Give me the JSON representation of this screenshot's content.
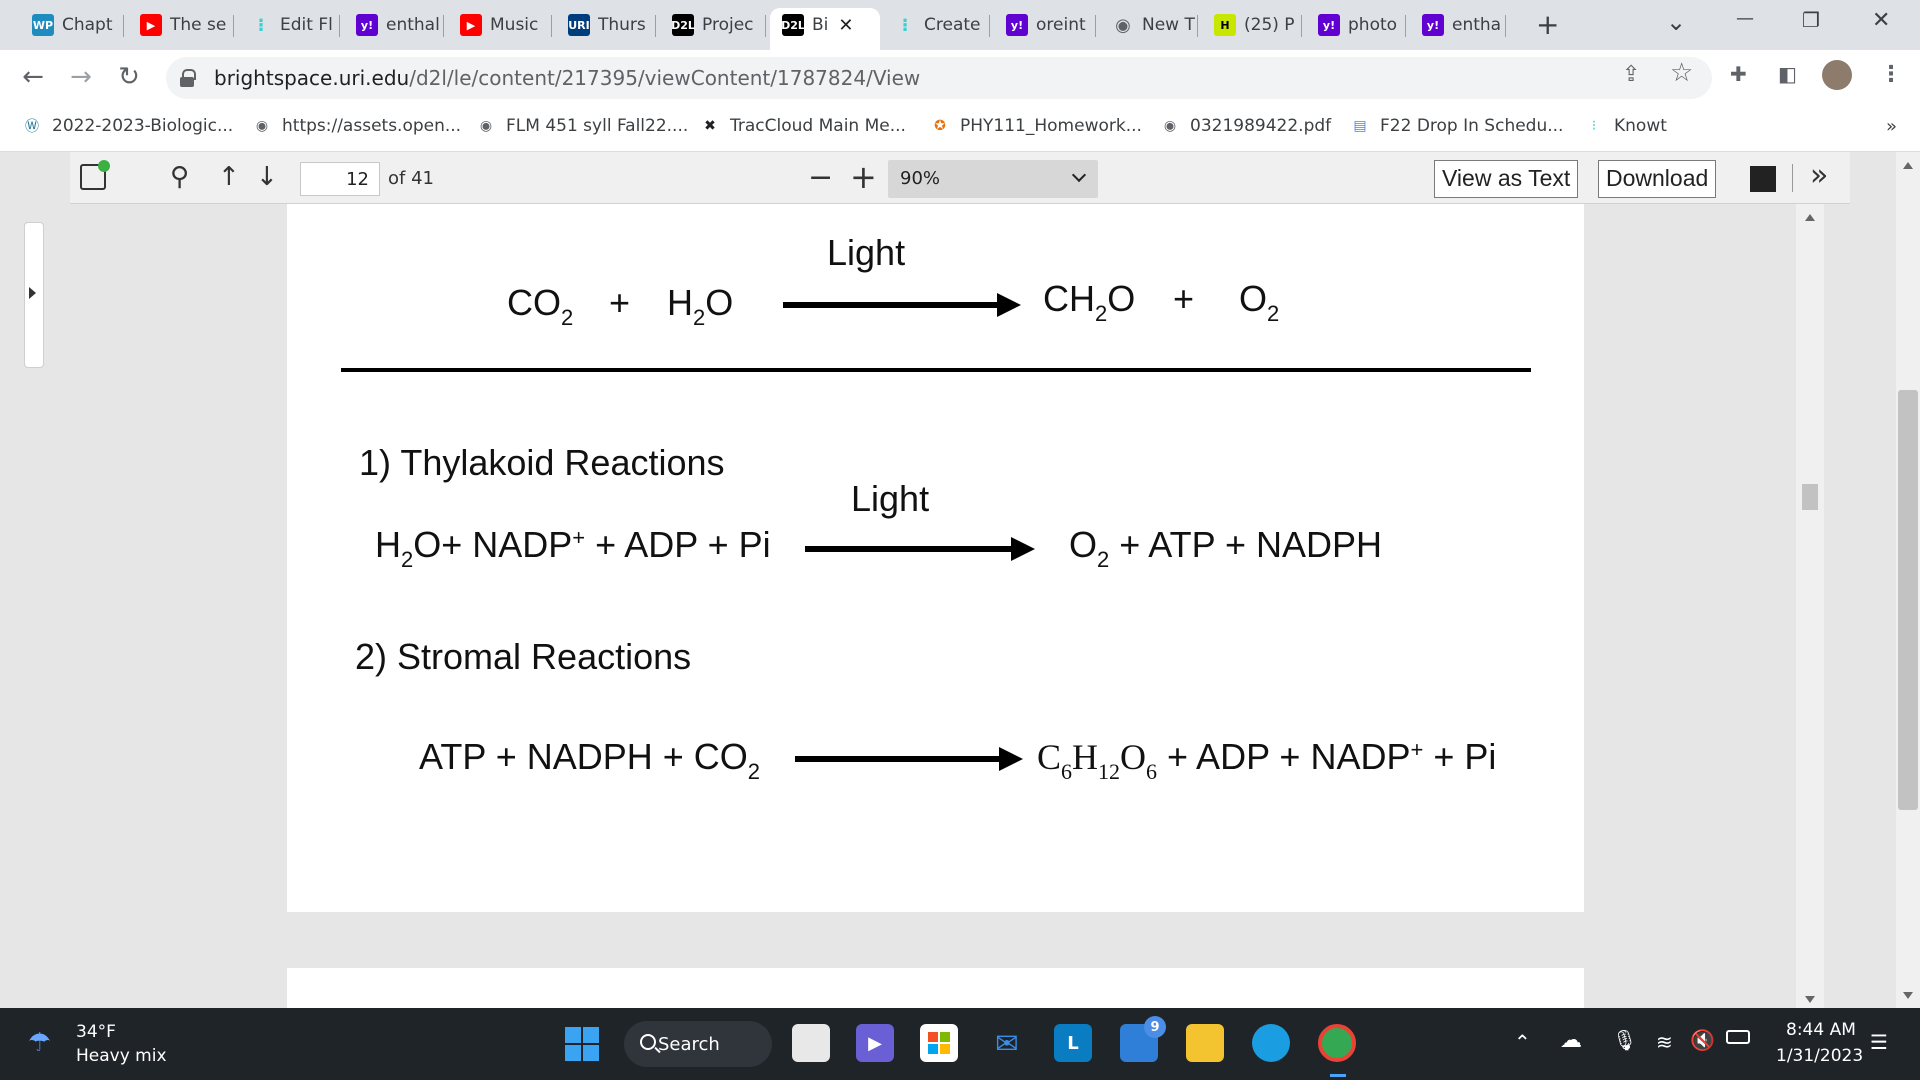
{
  "tabs": [
    {
      "label": "Chapt",
      "icon": "wp-icon",
      "color": "#1e8cbe",
      "text": "WP"
    },
    {
      "label": "The se",
      "icon": "youtube-icon",
      "color": "#ff0000",
      "text": "▶"
    },
    {
      "label": "Edit Fl",
      "icon": "knowt-icon",
      "color": "#3ccfcf",
      "text": "⁝"
    },
    {
      "label": "enthal",
      "icon": "yahoo-icon",
      "color": "#6001d2",
      "text": "y!"
    },
    {
      "label": "Music",
      "icon": "youtube-icon",
      "color": "#ff0000",
      "text": "▶"
    },
    {
      "label": "Thurs",
      "icon": "uri-icon",
      "color": "#003d7d",
      "text": "URI"
    },
    {
      "label": "Projec",
      "icon": "d2l-icon",
      "color": "#000000",
      "text": "D2L"
    },
    {
      "label": "Bi",
      "icon": "d2l-icon",
      "color": "#000000",
      "text": "D2L",
      "active": true
    },
    {
      "label": "Create",
      "icon": "knowt-icon",
      "color": "#3ccfcf",
      "text": "⁝"
    },
    {
      "label": "oreint",
      "icon": "yahoo-icon",
      "color": "#6001d2",
      "text": "y!"
    },
    {
      "label": "New T",
      "icon": "globe-icon",
      "color": "#5f6368",
      "text": "◉"
    },
    {
      "label": "(25) P",
      "icon": "h-icon",
      "color": "#c8e600",
      "text": "H"
    },
    {
      "label": "photo",
      "icon": "yahoo-icon",
      "color": "#6001d2",
      "text": "y!"
    },
    {
      "label": "entha",
      "icon": "yahoo-icon",
      "color": "#6001d2",
      "text": "y!"
    }
  ],
  "address": {
    "host": "brightspace.uri.edu",
    "path": "/d2l/le/content/217395/viewContent/1787824/View"
  },
  "bookmarks": [
    {
      "label": "2022-2023-Biologic...",
      "icon": "wordpress-icon"
    },
    {
      "label": "https://assets.open...",
      "icon": "globe-icon"
    },
    {
      "label": "FLM 451 syll Fall22....",
      "icon": "globe-icon"
    },
    {
      "label": "TracCloud Main Me...",
      "icon": "traccloud-icon"
    },
    {
      "label": "PHY111_Homework...",
      "icon": "phy-icon"
    },
    {
      "label": "0321989422.pdf",
      "icon": "globe-icon"
    },
    {
      "label": "F22 Drop In Schedu...",
      "icon": "docs-icon"
    },
    {
      "label": "Knowt",
      "icon": "knowt-icon"
    }
  ],
  "pdf_toolbar": {
    "page": "12",
    "page_count": "of 41",
    "zoom": "90%",
    "view_as_text": "View as Text",
    "download": "Download"
  },
  "equations": {
    "overall": {
      "r1": "CO",
      "r1_sub": "2",
      "plus": "+",
      "r2": "H",
      "r2_sub": "2",
      "r2_tail": "O",
      "label": "Light",
      "p1": "CH",
      "p1_sub": "2",
      "p1_tail": "O",
      "p2": "O",
      "p2_sub": "2"
    },
    "thylakoid": {
      "heading": "1)  Thylakoid Reactions",
      "label": "Light",
      "left_a": "H",
      "left_sub": "2",
      "left_b": "O+ NADP",
      "left_sup": "+",
      "left_c": " + ADP + Pi",
      "right_a": "O",
      "right_sub": "2",
      "right_b": " + ATP + NADPH"
    },
    "stromal": {
      "heading": "2)  Stromal Reactions",
      "left_a": "ATP + NADPH + CO",
      "left_sub": "2",
      "glu_c": "C",
      "glu_c_sub": "6",
      "glu_h": "H",
      "glu_h_sub": "12",
      "glu_o": "O",
      "glu_o_sub": "6",
      "right_a": " + ADP + NADP",
      "right_sup": "+",
      "right_b": " + Pi"
    }
  },
  "taskbar": {
    "temp": "34°F",
    "weather": "Heavy mix",
    "search": "Search",
    "mail_badge": "9",
    "time": "8:44 AM",
    "date": "1/31/2023"
  }
}
